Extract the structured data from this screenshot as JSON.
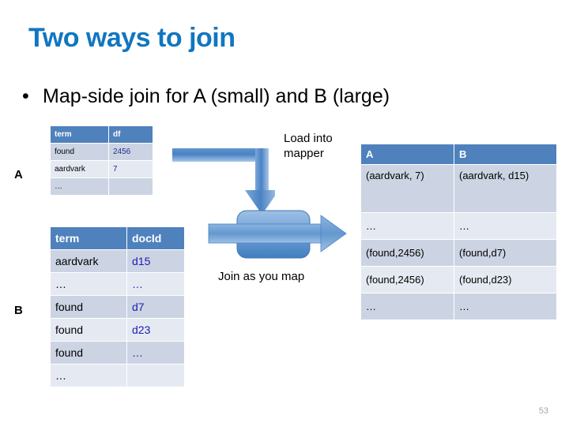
{
  "slide": {
    "title": "Two ways to join",
    "title_color": "#1176c0",
    "page_number": "53",
    "bullet": {
      "marker": "•",
      "text": "Map-side join for A (small) and B (large)"
    }
  },
  "labels": {
    "a": "A",
    "b": "B"
  },
  "callouts": {
    "load_into_mapper": "Load into mapper",
    "join_as_you_map": "Join as you map"
  },
  "colors": {
    "table_header_blue": "#4f81bd",
    "band_dark": "#ccd4e3",
    "band_light": "#e5eaf2",
    "arrow_blue": "#4f81bd",
    "value_blue": "#1b1bb5",
    "page_number_gray": "#a6a6a6"
  },
  "table_a": {
    "name": "A",
    "headers": [
      "term",
      "df"
    ],
    "rows": [
      [
        "found",
        "2456"
      ],
      [
        "aardvark",
        "7"
      ],
      [
        "…",
        ""
      ]
    ]
  },
  "table_b": {
    "name": "B",
    "headers": [
      "term",
      "docId"
    ],
    "rows": [
      [
        "aardvark",
        "d15"
      ],
      [
        "…",
        "…"
      ],
      [
        "found",
        "d7"
      ],
      [
        "found",
        "d23"
      ],
      [
        "found",
        "…"
      ],
      [
        "…",
        ""
      ]
    ]
  },
  "table_join": {
    "headers": [
      "A",
      "B"
    ],
    "rows": [
      [
        "(aardvark, 7)",
        "(aardvark, d15)"
      ],
      [
        "…",
        "…"
      ],
      [
        "(found,2456)",
        "(found,d7)"
      ],
      [
        "(found,2456)",
        "(found,d23)"
      ],
      [
        "…",
        "…"
      ]
    ]
  }
}
